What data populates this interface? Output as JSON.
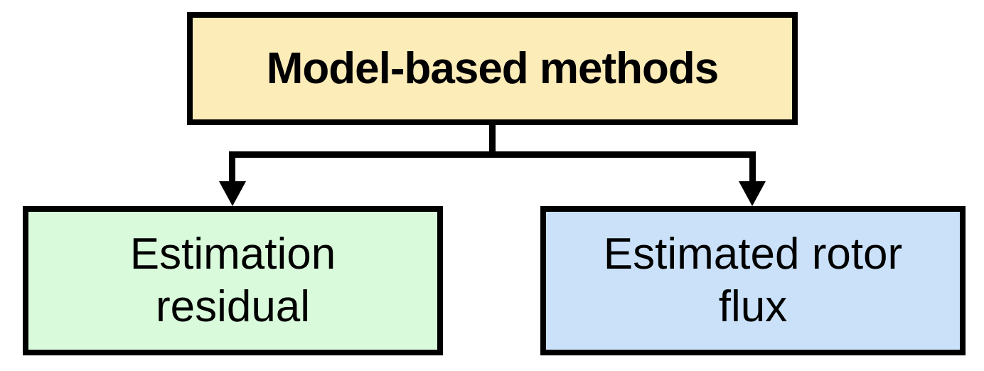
{
  "diagram": {
    "root_node": {
      "label": "Model-based methods",
      "fill": "#FCECB8"
    },
    "child_nodes": [
      {
        "id": "estimation-residual",
        "label": "Estimation residual",
        "line1": "Estimation",
        "line2": "residual",
        "fill": "#DAFBDB"
      },
      {
        "id": "estimated-rotor-flux",
        "label": "Estimated rotor flux",
        "line1": "Estimated rotor",
        "line2": "flux",
        "fill": "#CAE1F9"
      }
    ],
    "border_color": "#000000",
    "connector_color": "#000000",
    "text_color": "#000000"
  }
}
